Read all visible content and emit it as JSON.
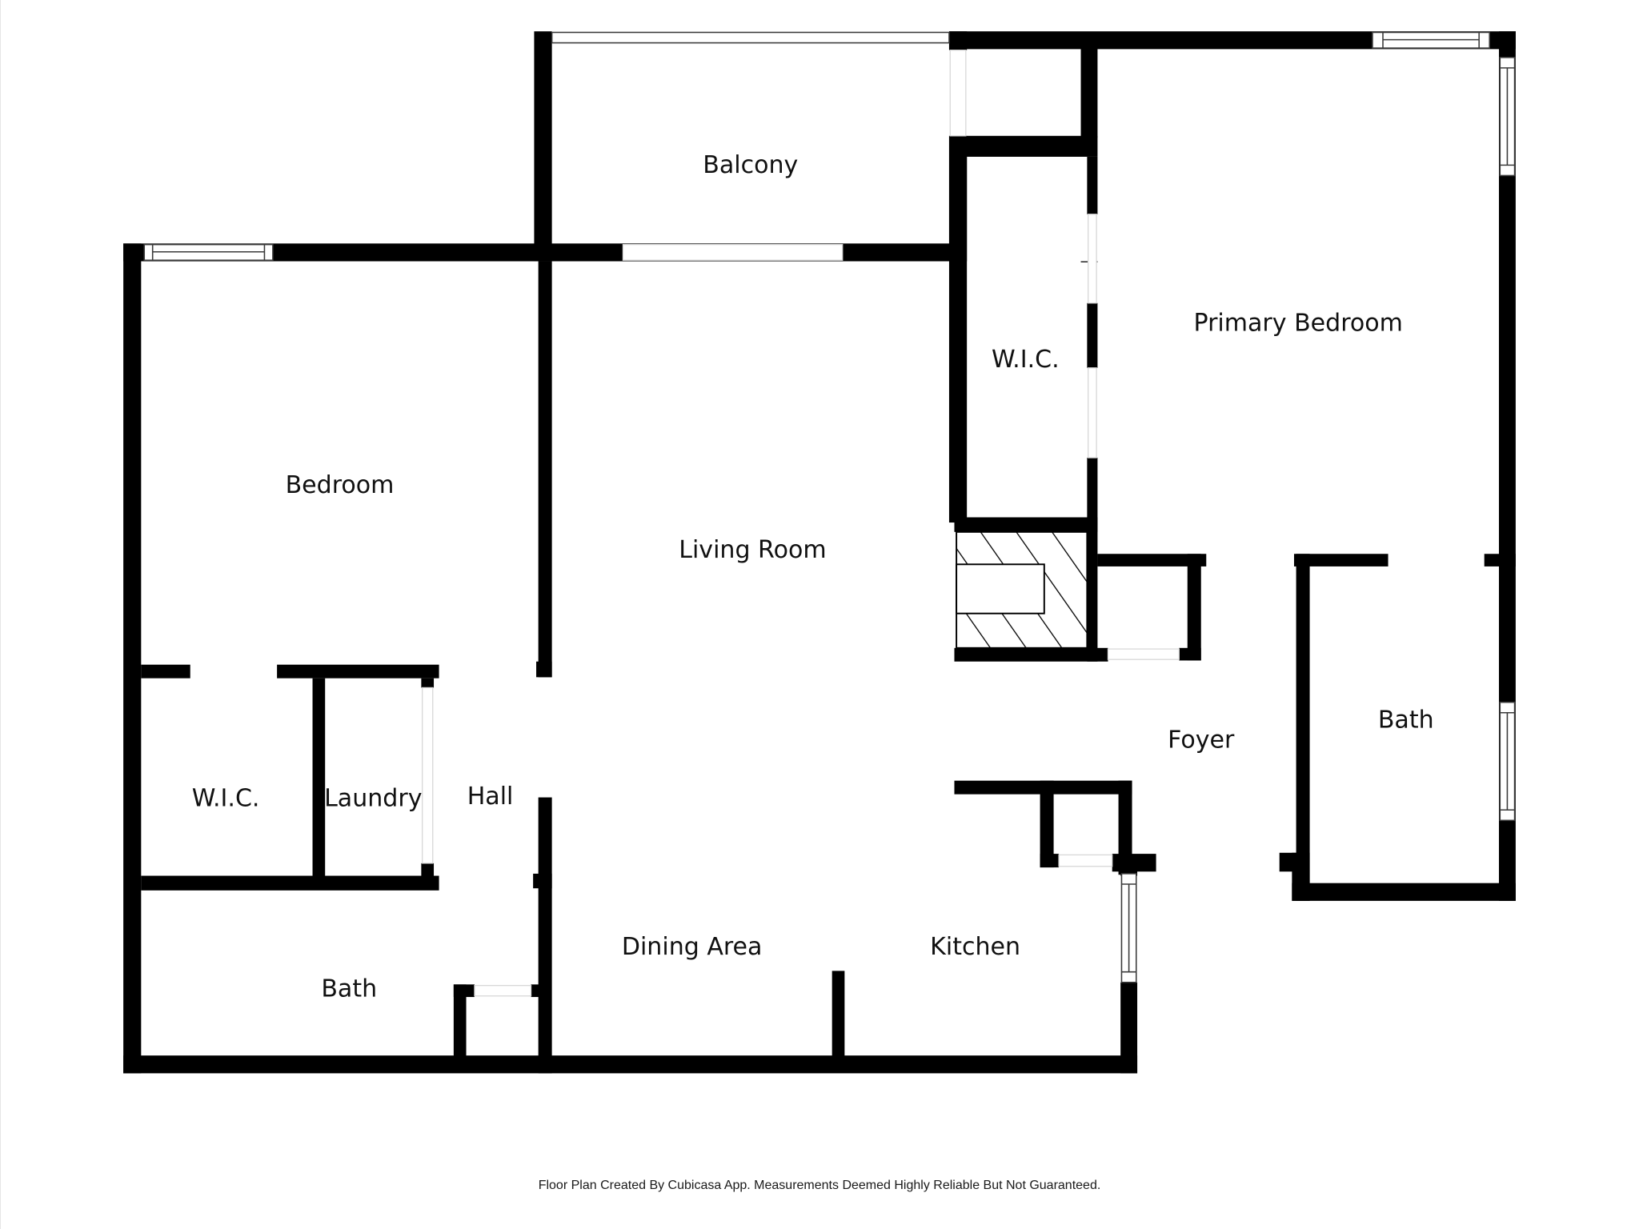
{
  "floor_plan": {
    "rooms": [
      {
        "id": "balcony",
        "label": "Balcony"
      },
      {
        "id": "bedroom",
        "label": "Bedroom"
      },
      {
        "id": "living-room",
        "label": "Living Room"
      },
      {
        "id": "wic-primary",
        "label": "W.I.C."
      },
      {
        "id": "primary-bedroom",
        "label": "Primary Bedroom"
      },
      {
        "id": "foyer",
        "label": "Foyer"
      },
      {
        "id": "bath-right",
        "label": "Bath"
      },
      {
        "id": "wic-left",
        "label": "W.I.C."
      },
      {
        "id": "laundry",
        "label": "Laundry"
      },
      {
        "id": "hall",
        "label": "Hall"
      },
      {
        "id": "bath-left",
        "label": "Bath"
      },
      {
        "id": "dining-area",
        "label": "Dining Area"
      },
      {
        "id": "kitchen",
        "label": "Kitchen"
      }
    ],
    "colors": {
      "wall": "#000000",
      "background": "#ffffff",
      "window_stroke": "#3a3a3a"
    }
  },
  "footer": {
    "disclaimer": "Floor Plan Created By Cubicasa App. Measurements Deemed Highly Reliable But Not Guaranteed."
  }
}
